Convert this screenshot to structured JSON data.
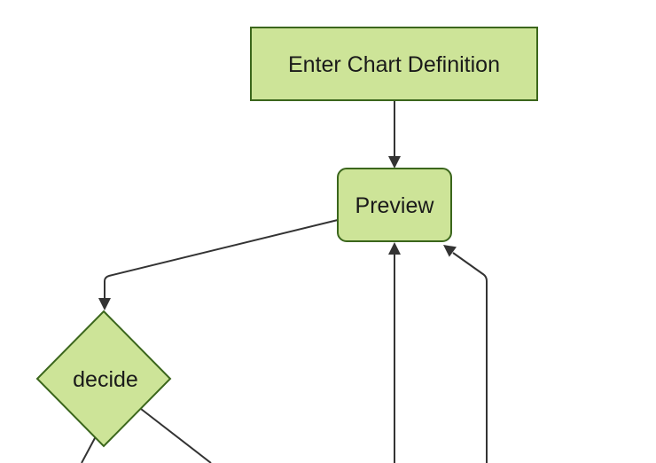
{
  "diagram": {
    "type": "flowchart",
    "direction": "top-down",
    "colors": {
      "background": "#ffffff",
      "node_fill": "#cde498",
      "node_border": "#3b661c",
      "edge_line": "#333333",
      "arrowhead": "#333333",
      "label_text": "#1a1a1a"
    },
    "nodes": [
      {
        "id": "enter-chart-definition",
        "shape": "rectangle",
        "label": "Enter Chart Definition"
      },
      {
        "id": "preview",
        "shape": "rounded-rectangle",
        "label": "Preview"
      },
      {
        "id": "decide",
        "shape": "diamond",
        "label": "decide"
      }
    ],
    "edges": [
      {
        "from": "enter-chart-definition",
        "to": "preview",
        "arrow": "into preview top"
      },
      {
        "from": "preview",
        "to": "decide",
        "arrow": "into decide top vertex"
      },
      {
        "from": "offscreen-bottom",
        "to": "preview",
        "arrow": "up into preview bottom"
      },
      {
        "from": "offscreen-bottom",
        "to": "preview",
        "arrow": "up-left into preview bottom-right corner"
      },
      {
        "from": "decide",
        "to": "offscreen-bottom-left",
        "arrow": "cropped, no visible head"
      },
      {
        "from": "decide",
        "to": "offscreen-bottom-right",
        "arrow": "cropped, no visible head"
      }
    ]
  }
}
